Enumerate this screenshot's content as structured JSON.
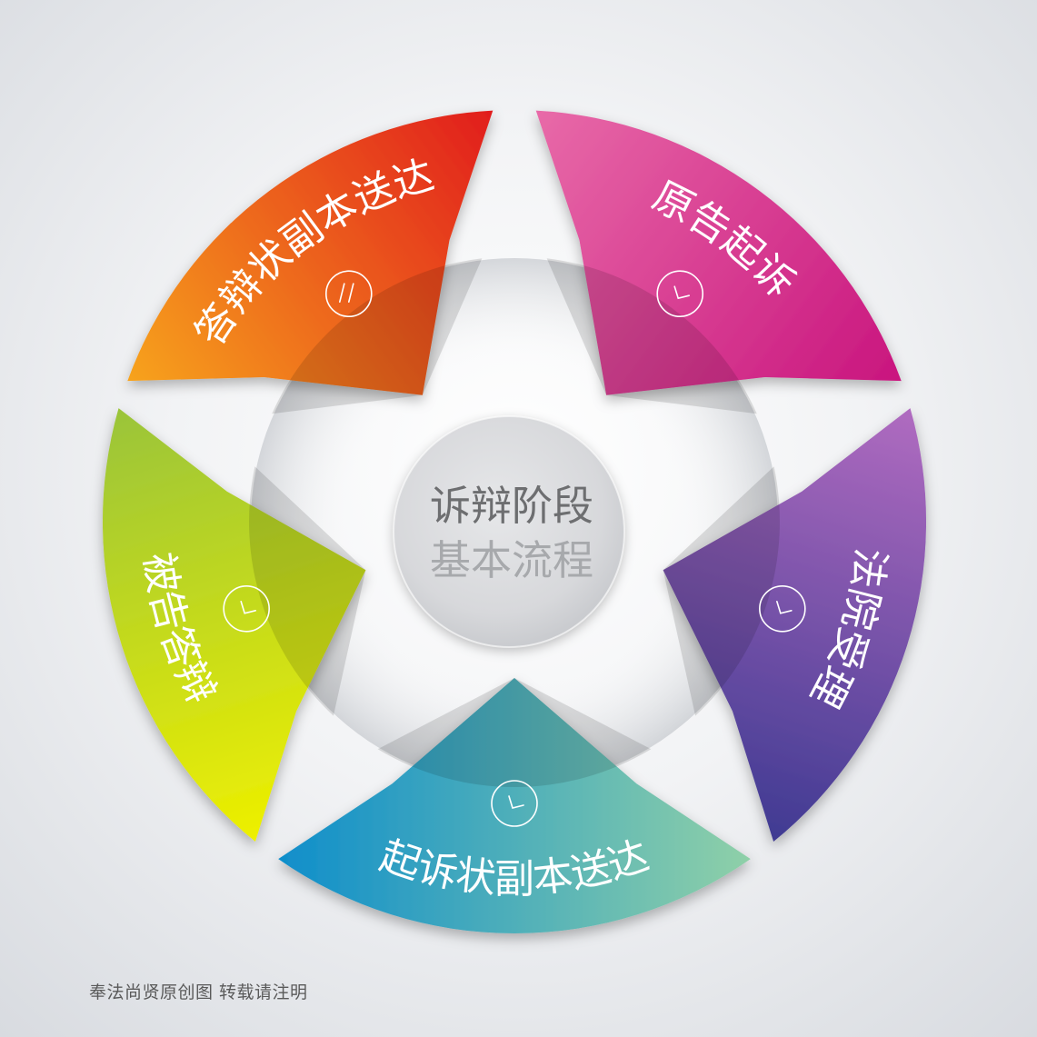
{
  "center": {
    "title": "诉辩阶段",
    "subtitle": "基本流程"
  },
  "segments": [
    {
      "label": "原告起诉",
      "gradient": [
        "#e86aa8",
        "#c9157e"
      ],
      "glyph": "clock"
    },
    {
      "label": "法院受理",
      "gradient": [
        "#b06bc0",
        "#3f3a92"
      ],
      "glyph": "clock"
    },
    {
      "label": "起诉状副本送达",
      "gradient": [
        "#8fd0a8",
        "#0f8ecb"
      ],
      "glyph": "clock"
    },
    {
      "label": "被告答辩",
      "gradient": [
        "#eef000",
        "#9ac43a"
      ],
      "glyph": "clock"
    },
    {
      "label": "答辩状副本送达",
      "gradient": [
        "#f7a31a",
        "#e11d1d"
      ],
      "glyph": "pause"
    }
  ],
  "footer": {
    "credit": "奉法尚贤原创图  转载请注明"
  }
}
